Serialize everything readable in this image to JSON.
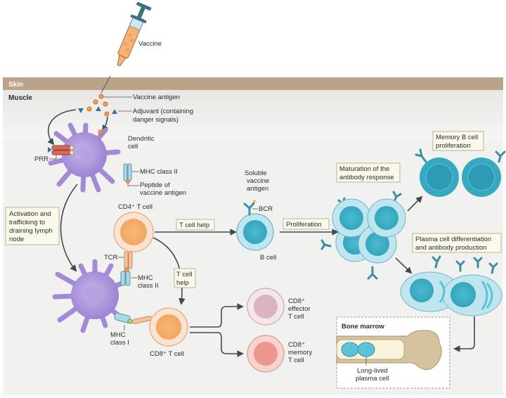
{
  "regions": {
    "skin": "Skin",
    "muscle": "Muscle",
    "bone_marrow": "Bone marrow"
  },
  "labels": {
    "vaccine": "Vaccine",
    "vaccine_antigen": "Vaccine antigen",
    "adjuvant_1": "Adjuvant (containing",
    "adjuvant_2": "danger signals)",
    "dendritic_1": "Dendritic",
    "dendritic_2": "cell",
    "prr": "PRR",
    "mhc2": "MHC class II",
    "peptide_1": "Peptide of",
    "peptide_2": "vaccine antigen",
    "soluble_1": "Soluble",
    "soluble_2": "vaccine",
    "soluble_3": "antigen",
    "bcr": "BCR",
    "b_cell": "B cell",
    "cd4": "CD4⁺ T cell",
    "tcr": "TCR",
    "mhc2_short_1": "MHC",
    "mhc2_short_2": "class II",
    "mhc1_1": "MHC",
    "mhc1_2": "class I",
    "cd8": "CD8⁺ T cell",
    "cd8_eff_1": "CD8⁺",
    "cd8_eff_2": "effector",
    "cd8_eff_3": "T cell",
    "cd8_mem_1": "CD8⁺",
    "cd8_mem_2": "memory",
    "cd8_mem_3": "T cell",
    "long_lived_1": "Long-lived",
    "long_lived_2": "plasma cell"
  },
  "boxes": {
    "activation": [
      "Activation and",
      "trafficking to",
      "draining lymph",
      "node"
    ],
    "t_help_1": [
      "T cell help"
    ],
    "t_help_2": [
      "T cell",
      "help"
    ],
    "proliferation": [
      "Proliferation"
    ],
    "maturation": [
      "Maturation of the",
      "antibody response"
    ],
    "memory_b": [
      "Memory B cell",
      "proliferation"
    ],
    "plasma": [
      "Plasma cell differentiation",
      "and antibody production"
    ]
  },
  "colors": {
    "skin": "#bba38a",
    "muscle_bg": "#e9e8e4",
    "dendritic": "#a48ad6",
    "t_cell": "#f6c39a",
    "b_cell": "#5fc3d8",
    "memory_b": "#35a9c0",
    "effector": "#e9cfd6",
    "memory_t": "#efaba2",
    "bone": "#d5c29f"
  }
}
